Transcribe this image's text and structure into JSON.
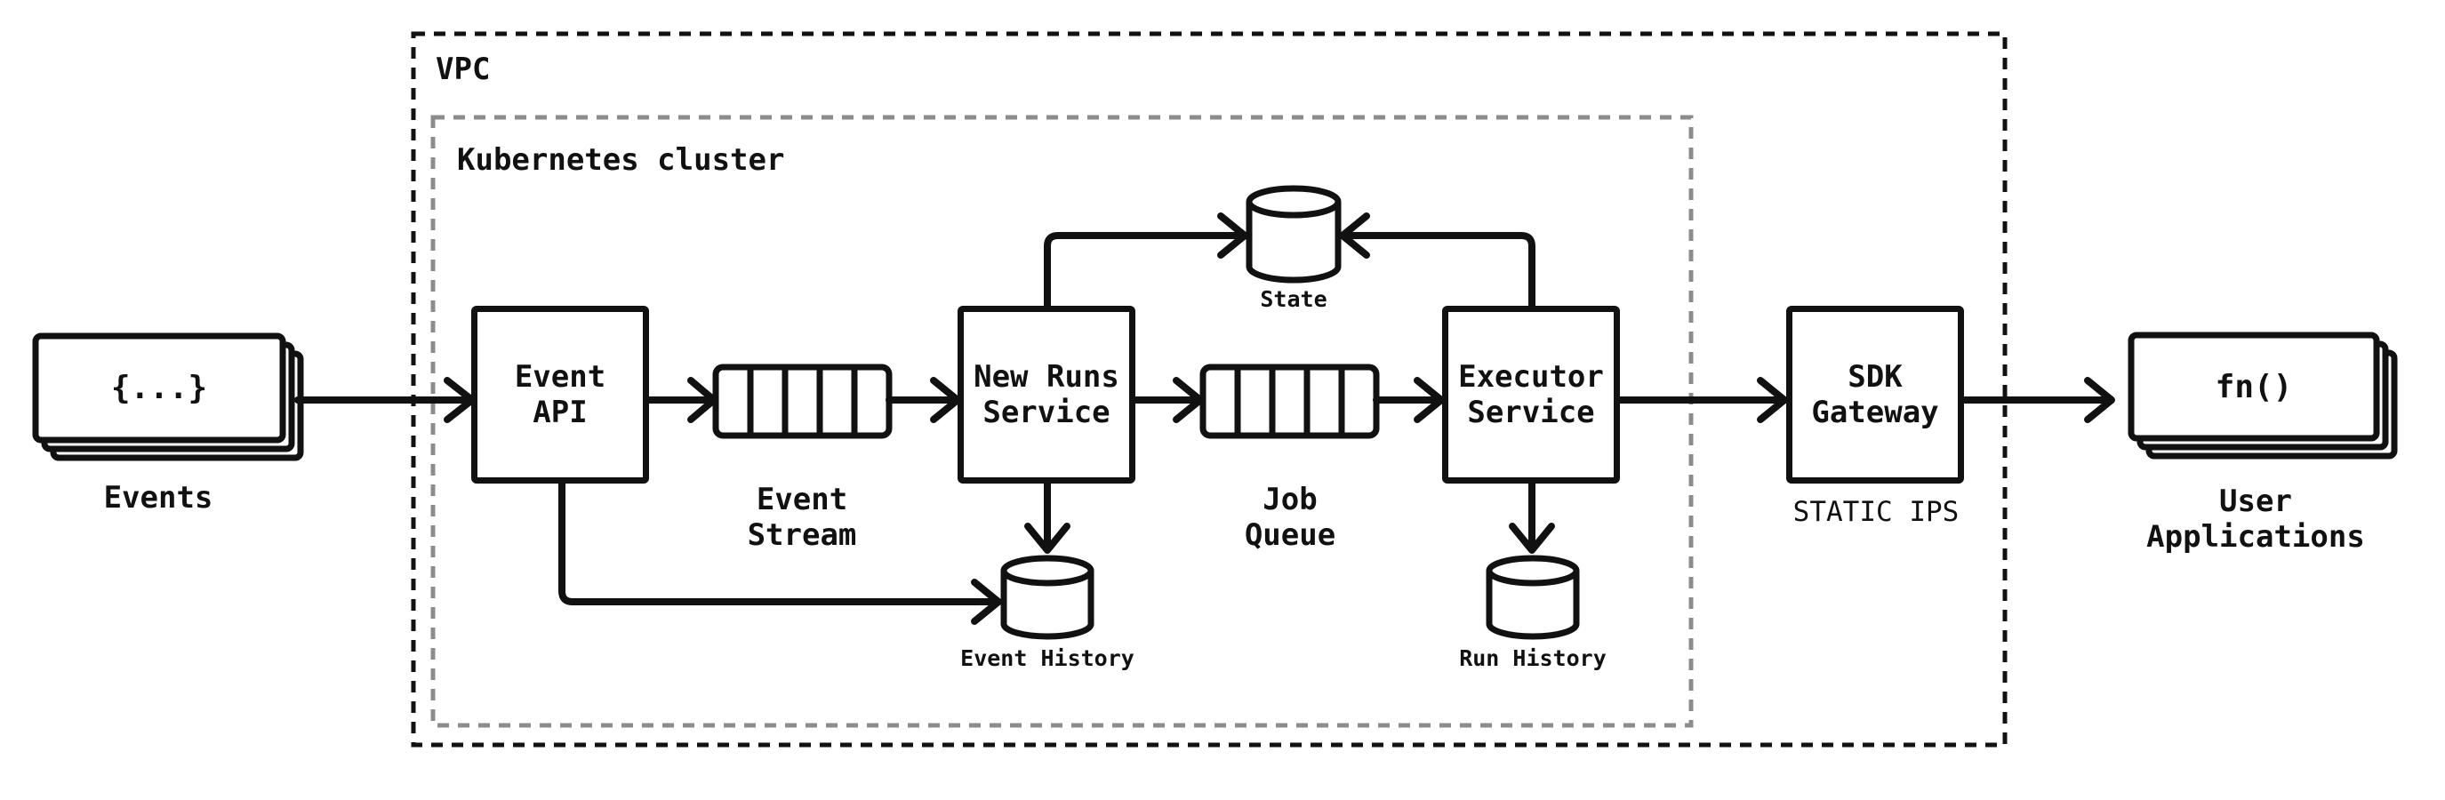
{
  "diagram": {
    "vpc": {
      "label": "VPC"
    },
    "kubernetes": {
      "label": "Kubernetes cluster"
    },
    "nodes": {
      "events": {
        "glyph": "{...}",
        "caption": "Events"
      },
      "event_api": {
        "label": "Event\nAPI"
      },
      "event_stream": {
        "caption": "Event\nStream"
      },
      "new_runs_service": {
        "label": "New Runs\nService"
      },
      "state": {
        "label": "State"
      },
      "job_queue": {
        "caption": "Job\nQueue"
      },
      "executor_service": {
        "label": "Executor\nService"
      },
      "event_history": {
        "label": "Event History"
      },
      "run_history": {
        "label": "Run History"
      },
      "sdk_gateway": {
        "label": "SDK\nGateway",
        "sublabel": "STATIC IPS"
      },
      "user_applications": {
        "glyph": "fn()",
        "caption": "User\nApplications"
      }
    },
    "edges": [
      "Events -> Event API",
      "Event API -> Event Stream",
      "Event Stream -> New Runs Service",
      "New Runs Service -> Job Queue",
      "Job Queue -> Executor Service",
      "Executor Service -> SDK Gateway",
      "SDK Gateway -> User Applications",
      "New Runs Service -> State",
      "Executor Service -> State",
      "Event API -> Event History",
      "New Runs Service -> Event History",
      "Executor Service -> Run History"
    ],
    "colors": {
      "ink": "#111111",
      "cluster_border": "#8c8c8c",
      "background": "#ffffff"
    }
  }
}
